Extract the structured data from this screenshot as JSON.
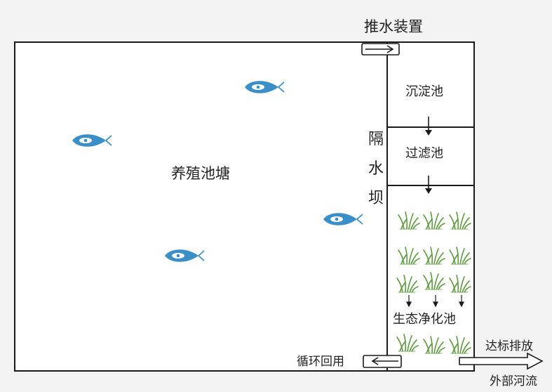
{
  "labels": {
    "push_device": "推水装置",
    "breeding_pond": "养殖池塘",
    "settling_pond": "沉淀池",
    "filter_pond": "过滤池",
    "dam": "隔水坝",
    "eco_pond": "生态净化池",
    "recycle": "循环回用",
    "discharge": "达标排放",
    "river": "外部河流"
  },
  "colors": {
    "fish": "#3a8fc9",
    "plant": "#5a9a3c",
    "line": "#1a1a1a"
  },
  "icons": {
    "fish": "fish-icon",
    "plant": "plant-icon",
    "flow_arrow": "arrow-icon"
  }
}
